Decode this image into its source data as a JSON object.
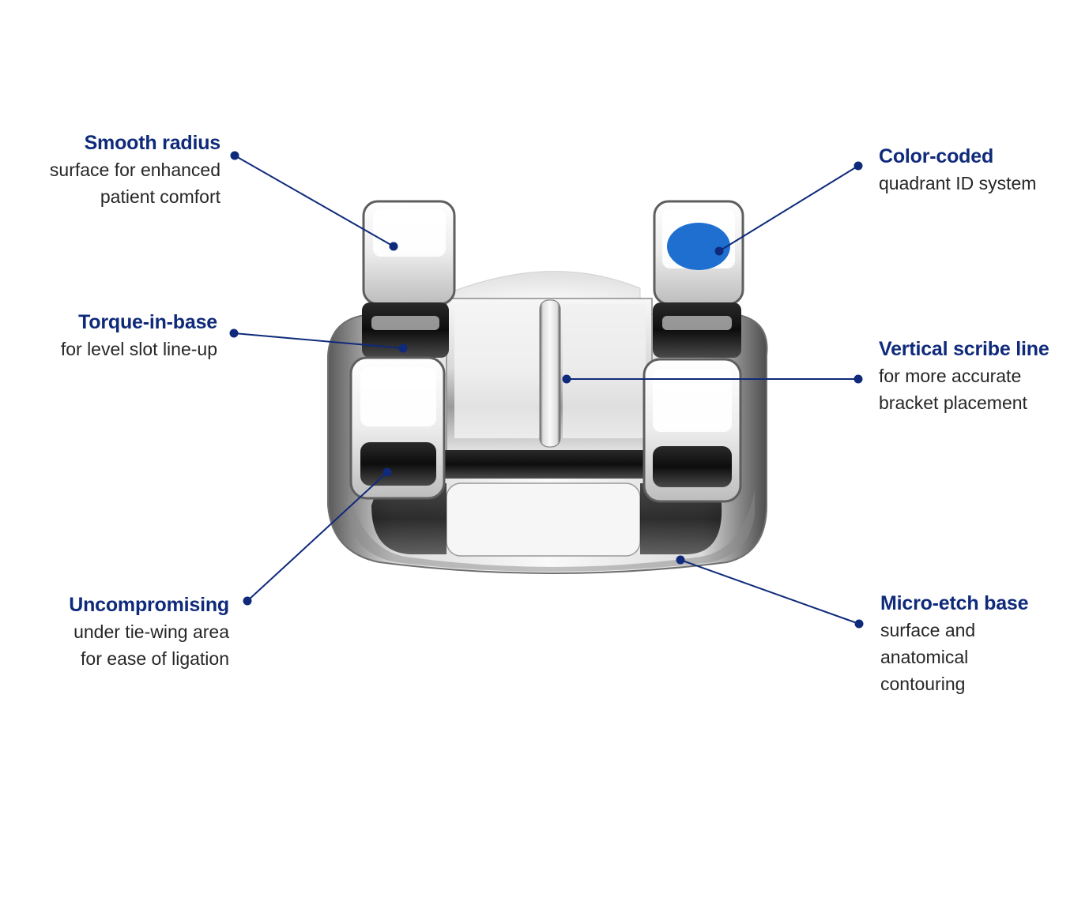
{
  "accent_color": "#0f2a7a",
  "id_dot_color": "#1f6fd1",
  "callouts": {
    "smooth_radius": {
      "title": "Smooth radius",
      "lines": [
        "surface for enhanced",
        "patient comfort"
      ]
    },
    "torque_in_base": {
      "title": "Torque-in-base",
      "lines": [
        "for level slot line-up"
      ]
    },
    "uncompromising": {
      "title": "Uncompromising",
      "lines": [
        "under tie-wing area",
        "for ease of ligation"
      ]
    },
    "color_coded": {
      "title": "Color-coded",
      "lines": [
        "quadrant ID system"
      ]
    },
    "vertical_scribe_line": {
      "title": "Vertical scribe line",
      "lines": [
        "for more accurate",
        "bracket placement"
      ]
    },
    "micro_etch_base": {
      "title": "Micro-etch base",
      "lines": [
        "surface and",
        "anatomical",
        "contouring"
      ]
    }
  }
}
